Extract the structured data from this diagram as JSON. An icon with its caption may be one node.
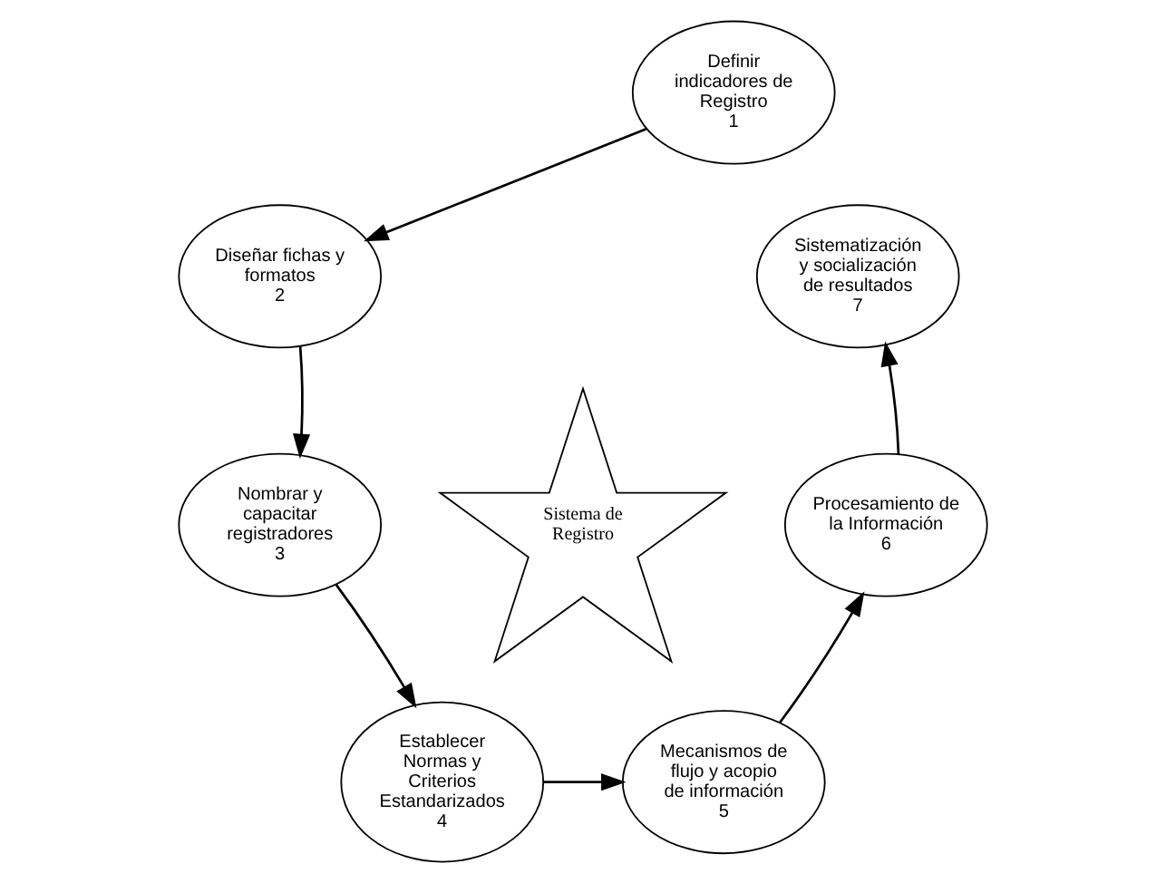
{
  "diagram": {
    "nodes": [
      {
        "text": [
          "Definir indicadores de Registro",
          "1"
        ]
      },
      {
        "text": [
          "Diseñar fichas y formatos",
          "2"
        ]
      },
      {
        "text": [
          "Nombrar y capacitar registradores",
          "3"
        ]
      },
      {
        "text": [
          "Establecer Normas y Criterios Estandarizados",
          "4"
        ]
      },
      {
        "text": [
          "Mecanismos de flujo y acopio de información",
          "5"
        ]
      },
      {
        "text": [
          "Procesamiento de la Información",
          "6"
        ]
      },
      {
        "text": [
          "Sistematización y socialización de resultados",
          "7"
        ]
      },
      {
        "text": [
          "Sistema de Registro"
        ]
      }
    ],
    "edges": [
      {
        "from": 0,
        "to": 1,
        "arrow": "to"
      },
      {
        "from": 1,
        "to": 2,
        "arrow": "to"
      },
      {
        "from": 2,
        "to": 3,
        "arrow": "to"
      },
      {
        "from": 3,
        "to": 4,
        "arrow": "to"
      },
      {
        "from": 4,
        "to": 5,
        "arrow": "to"
      },
      {
        "from": 5,
        "to": 6,
        "arrow": "to"
      }
    ]
  }
}
